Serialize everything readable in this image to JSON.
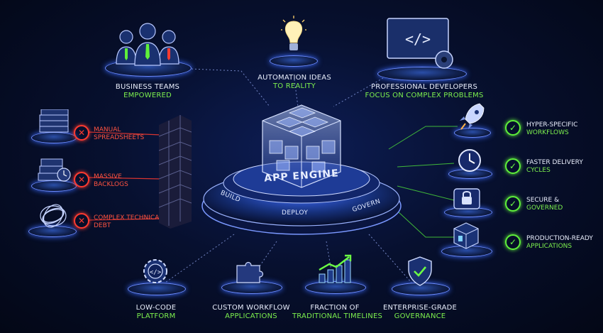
{
  "center": {
    "title": "APP ENGINE",
    "ring": [
      "BUILD",
      "DEPLOY",
      "GOVERN"
    ]
  },
  "top": [
    {
      "line1": "BUSINESS TEAMS",
      "line2": "EMPOWERED",
      "icon": "users-icon"
    },
    {
      "line1": "AUTOMATION IDEAS",
      "line2": "TO REALITY",
      "icon": "lightbulb-icon"
    },
    {
      "line1": "PROFESSIONAL DEVELOPERS",
      "line2": "FOCUS ON COMPLEX PROBLEMS",
      "icon": "code-monitor-icon"
    }
  ],
  "left": [
    {
      "line1": "MANUAL",
      "line2": "SPREADSHEETS",
      "icon": "spreadsheets-icon"
    },
    {
      "line1": "MASSIVE",
      "line2": "BACKLOGS",
      "icon": "backlog-icon"
    },
    {
      "line1": "COMPLEX TECHNICAL",
      "line2": "DEBT",
      "icon": "tangle-icon"
    }
  ],
  "right": [
    {
      "line1": "HYPER-SPECIFIC",
      "line2": "WORKFLOWS",
      "icon": "rocket-icon"
    },
    {
      "line1": "FASTER DELIVERY",
      "line2": "CYCLES",
      "icon": "clock-icon"
    },
    {
      "line1": "SECURE &",
      "line2": "GOVERNED",
      "icon": "lock-icon"
    },
    {
      "line1": "PRODUCTION-READY",
      "line2": "APPLICATIONS",
      "icon": "app-cube-icon"
    }
  ],
  "bottom": [
    {
      "line1": "LOW-CODE",
      "line2": "PLATFORM",
      "icon": "gear-code-icon"
    },
    {
      "line1": "CUSTOM WORKFLOW",
      "line2": "APPLICATIONS",
      "icon": "puzzle-icon"
    },
    {
      "line1": "FRACTION OF",
      "line2": "TRADITIONAL TIMELINES",
      "icon": "growth-chart-icon"
    },
    {
      "line1": "ENTERPRISE-GRADE",
      "line2": "GOVERNANCE",
      "icon": "shield-check-icon"
    }
  ],
  "colors": {
    "accent": "#7df04e",
    "negative": "#ff3b30",
    "glow": "#3c6cff"
  }
}
